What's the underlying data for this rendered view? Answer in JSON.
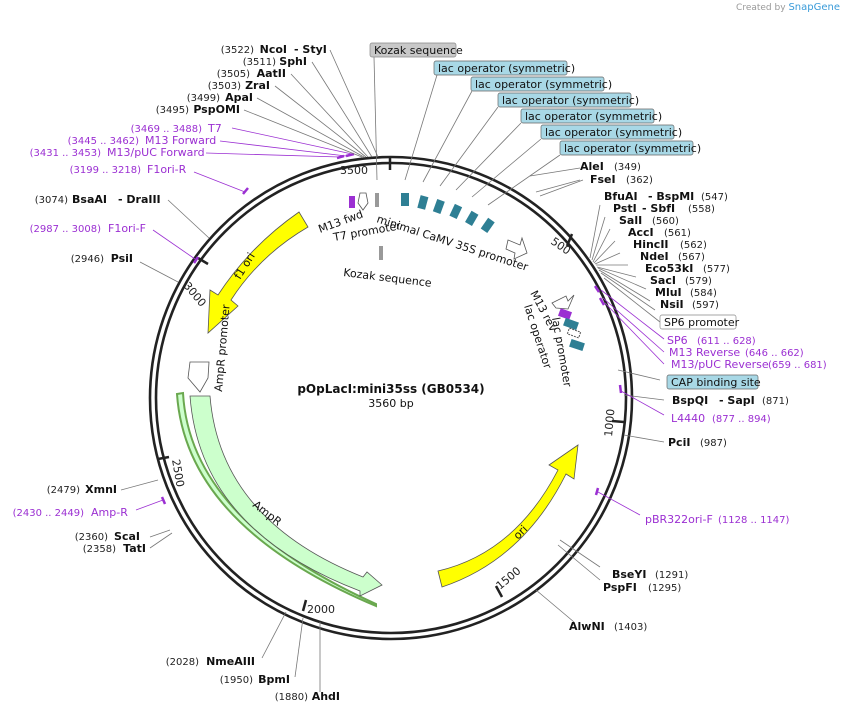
{
  "branding": {
    "created_by": "Created by",
    "product": "SnapGene"
  },
  "plasmid": {
    "name": "pOpLacI:mini35ss (GB0534)",
    "length": "3560 bp"
  },
  "ring_ticks": [
    "500",
    "1000",
    "1500",
    "2000",
    "2500",
    "3000",
    "3500"
  ],
  "features": {
    "f1_ori": "f1 ori",
    "ori": "ori",
    "ampr": "AmpR",
    "ampr_promoter": "AmpR promoter",
    "m13_fwd": "M13 fwd",
    "t7_promoter": "T7 promoter",
    "minimal_camv": "minimal CaMV 35S promoter",
    "kozak_inner": "Kozak sequence",
    "m13_rev": "M13 rev",
    "lac_operator_inner": "lac operator",
    "lac_promoter": "lac promoter"
  },
  "boxed_labels": {
    "kozak": "Kozak sequence",
    "lac_op_1": "lac operator (symmetric)",
    "lac_op_2": "lac operator (symmetric)",
    "lac_op_3": "lac operator (symmetric)",
    "lac_op_4": "lac operator (symmetric)",
    "lac_op_5": "lac operator (symmetric)",
    "lac_op_6": "lac operator (symmetric)",
    "sp6_promoter": "SP6 promoter",
    "cap_binding": "CAP binding site"
  },
  "sites_left": [
    {
      "pos": "(3522)",
      "name": "NcoI",
      "extra": "- StyI"
    },
    {
      "pos": "(3511)",
      "name": "SphI",
      "extra": ""
    },
    {
      "pos": "(3505)",
      "name": "AatII",
      "extra": ""
    },
    {
      "pos": "(3503)",
      "name": "ZraI",
      "extra": ""
    },
    {
      "pos": "(3499)",
      "name": "ApaI",
      "extra": ""
    },
    {
      "pos": "(3495)",
      "name": "PspOMI",
      "extra": ""
    },
    {
      "pos": "(3074)",
      "name": "BsaAI",
      "extra": "- DraIII"
    },
    {
      "pos": "(2946)",
      "name": "PsiI",
      "extra": ""
    },
    {
      "pos": "(2479)",
      "name": "XmnI",
      "extra": ""
    },
    {
      "pos": "(2360)",
      "name": "ScaI",
      "extra": ""
    },
    {
      "pos": "(2358)",
      "name": "TatI",
      "extra": ""
    },
    {
      "pos": "(2028)",
      "name": "NmeAIII",
      "extra": ""
    },
    {
      "pos": "(1950)",
      "name": "BpmI",
      "extra": ""
    },
    {
      "pos": "(1880)",
      "name": "AhdI",
      "extra": ""
    }
  ],
  "sites_right": [
    {
      "name": "AleI",
      "extra": "",
      "pos": "(349)"
    },
    {
      "name": "FseI",
      "extra": "",
      "pos": "(362)"
    },
    {
      "name": "BfuAI",
      "extra": "- BspMI",
      "pos": "(547)"
    },
    {
      "name": "PstI",
      "extra": "- SbfI",
      "pos": "(558)"
    },
    {
      "name": "SalI",
      "extra": "",
      "pos": "(560)"
    },
    {
      "name": "AccI",
      "extra": "",
      "pos": "(561)"
    },
    {
      "name": "HincII",
      "extra": "",
      "pos": "(562)"
    },
    {
      "name": "NdeI",
      "extra": "",
      "pos": "(567)"
    },
    {
      "name": "Eco53kI",
      "extra": "",
      "pos": "(577)"
    },
    {
      "name": "SacI",
      "extra": "",
      "pos": "(579)"
    },
    {
      "name": "MluI",
      "extra": "",
      "pos": "(584)"
    },
    {
      "name": "NsiI",
      "extra": "",
      "pos": "(597)"
    },
    {
      "name": "BspQI",
      "extra": "- SapI",
      "pos": "(871)"
    },
    {
      "name": "PciI",
      "extra": "",
      "pos": "(987)"
    },
    {
      "name": "BseYI",
      "extra": "",
      "pos": "(1291)"
    },
    {
      "name": "PspFI",
      "extra": "",
      "pos": "(1295)"
    },
    {
      "name": "AlwNI",
      "extra": "",
      "pos": "(1403)"
    }
  ],
  "primers_left": [
    {
      "pos": "(3469 .. 3488)",
      "name": "T7"
    },
    {
      "pos": "(3445 .. 3462)",
      "name": "M13 Forward"
    },
    {
      "pos": "(3431 .. 3453)",
      "name": "M13/pUC Forward"
    },
    {
      "pos": "(3199 .. 3218)",
      "name": "F1ori-R"
    },
    {
      "pos": "(2987 .. 3008)",
      "name": "F1ori-F"
    },
    {
      "pos": "(2430 .. 2449)",
      "name": "Amp-R"
    }
  ],
  "primers_right": [
    {
      "name": "SP6",
      "pos": "(611 .. 628)"
    },
    {
      "name": "M13 Reverse",
      "pos": "(646 .. 662)"
    },
    {
      "name": "M13/pUC Reverse",
      "pos": "(659 .. 681)"
    },
    {
      "name": "L4440",
      "pos": "(877 .. 894)"
    },
    {
      "name": "pBR322ori-F",
      "pos": "(1128 .. 1147)"
    }
  ],
  "colors": {
    "backbone": "#222222",
    "origin": "#ffff00",
    "ampr": "#ccffcc",
    "lac_operator": "#2e7f94",
    "primer": "#9b2fd2",
    "box_fill": "#a8d8e6",
    "kozak_box": "#c8c8c8"
  }
}
